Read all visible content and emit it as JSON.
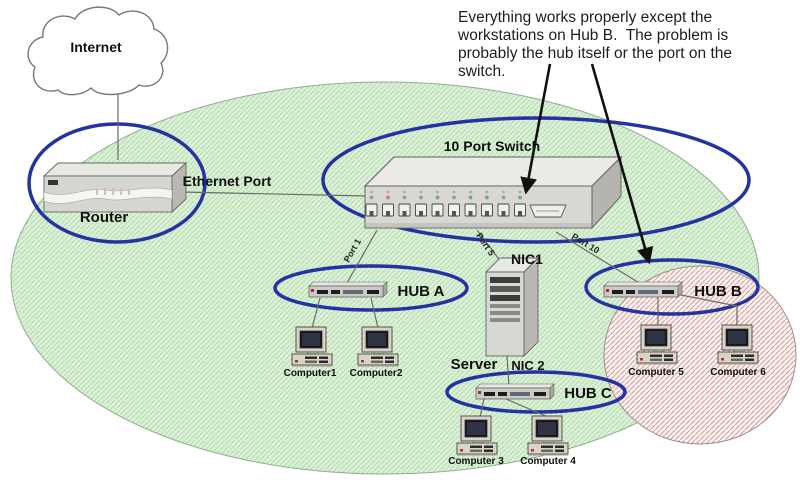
{
  "annotation": {
    "lines": [
      "Everything works properly except the",
      "workstations on Hub B.  The problem is",
      "probably the hub itself or the port on the",
      "switch."
    ]
  },
  "nodes": {
    "internet": {
      "label": "Internet"
    },
    "router": {
      "label": "Router"
    },
    "ethernet_port_label": "Ethernet Port",
    "switch": {
      "label": "10 Port Switch",
      "port_count": 10,
      "leds": [
        "dim",
        "red",
        "dim",
        "dim",
        "green",
        "dim",
        "green",
        "green",
        "dim",
        "green"
      ]
    },
    "server": {
      "label": "Server",
      "nic1": "NIC1",
      "nic2": "NIC 2"
    },
    "hub_a": {
      "label": "HUB A"
    },
    "hub_b": {
      "label": "HUB B"
    },
    "hub_c": {
      "label": "HUB C"
    },
    "computers": {
      "c1": "Computer1",
      "c2": "Computer2",
      "c3": "Computer 3",
      "c4": "Computer 4",
      "c5": "Computer 5",
      "c6": "Computer 6"
    }
  },
  "port_labels": {
    "port1": "Port 1",
    "port5": "Port 5",
    "port10": "Port 10"
  },
  "colors": {
    "highlight_blue": "#2433a2",
    "zone_green_bg": "#ddf0d8",
    "zone_green_hatch": "#b0dcac",
    "zone_pink_bg": "#fcf5f3",
    "zone_pink_hatch": "#d9a59f",
    "wire": "#6b6b6b",
    "arrow": "#111111",
    "led": {
      "dim": "#9a9a92",
      "red": "#d47878",
      "green": "#63b36a"
    }
  }
}
